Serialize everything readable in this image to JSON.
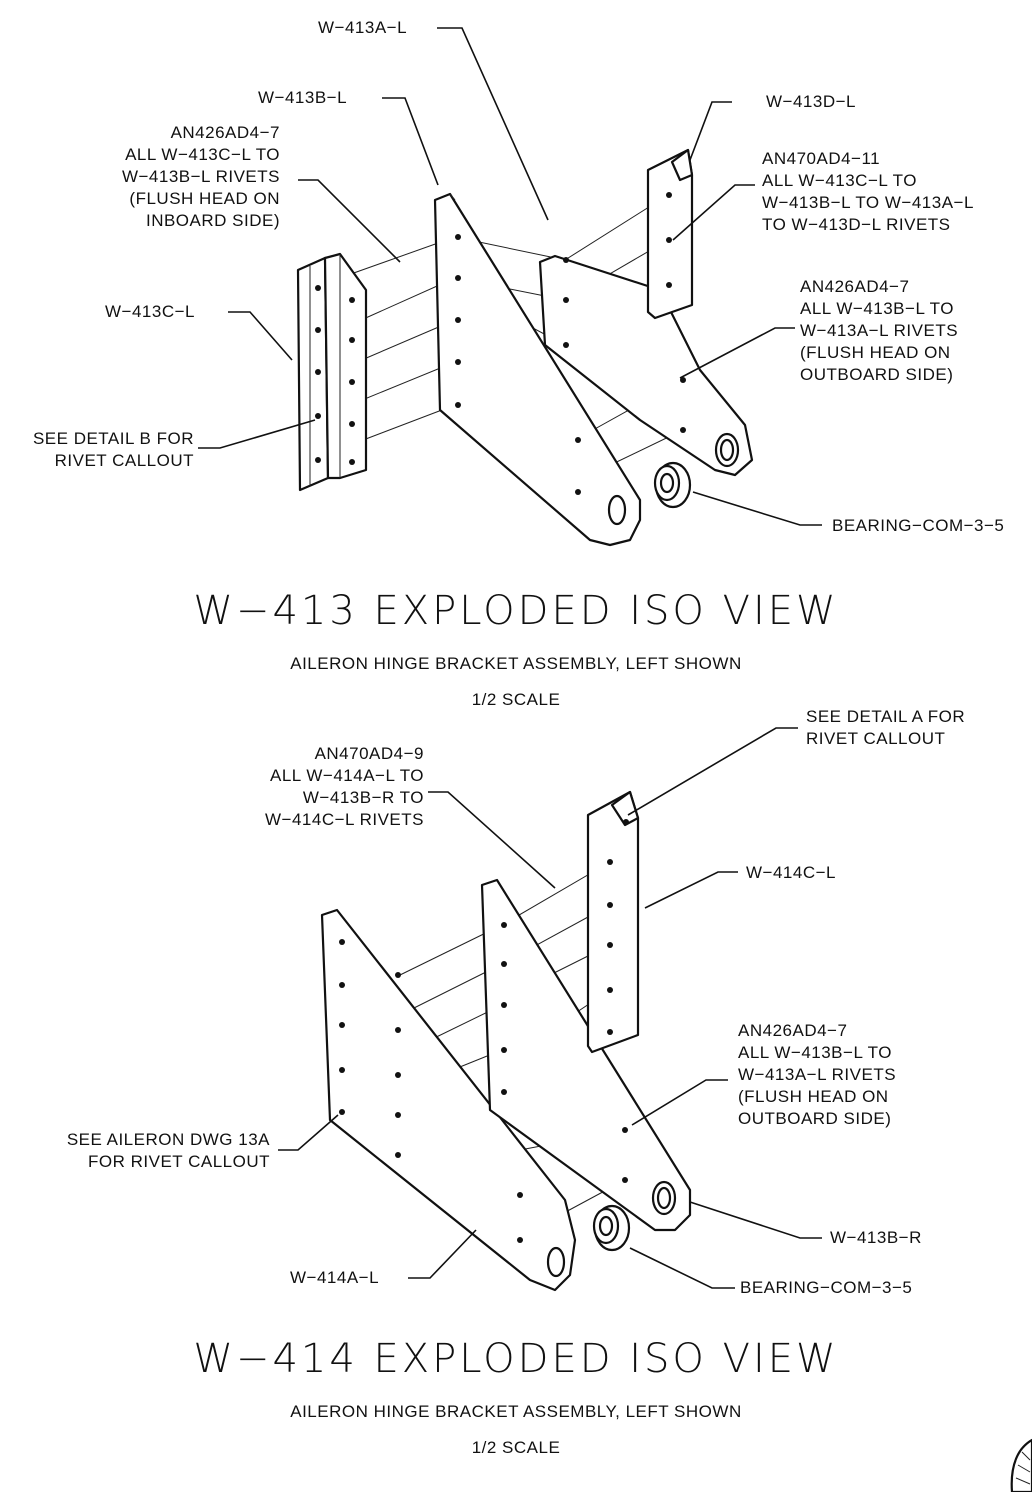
{
  "views": [
    {
      "title": "W−413 EXPLODED ISO VIEW",
      "subtitle": "AILERON HINGE BRACKET ASSEMBLY, LEFT SHOWN",
      "scale": "1/2 SCALE",
      "callouts": {
        "w413a": "W−413A−L",
        "w413b": "W−413B−L",
        "w413d": "W−413D−L",
        "w413c": "W−413C−L",
        "rivet_inboard": "AN426AD4−7\nALL W−413C−L TO\nW−413B−L RIVETS\n(FLUSH HEAD ON\nINBOARD SIDE)",
        "rivet_an470": "AN470AD4−11\nALL W−413C−L TO\nW−413B−L TO W−413A−L\nTO W−413D−L RIVETS",
        "rivet_outboard": "AN426AD4−7\nALL W−413B−L TO\nW−413A−L RIVETS\n(FLUSH HEAD ON\nOUTBOARD SIDE)",
        "detail_b": "SEE DETAIL B FOR\nRIVET CALLOUT",
        "bearing": "BEARING−COM−3−5"
      }
    },
    {
      "title": "W−414 EXPLODED ISO VIEW",
      "subtitle": "AILERON HINGE BRACKET ASSEMBLY, LEFT SHOWN",
      "scale": "1/2 SCALE",
      "callouts": {
        "detail_a": "SEE DETAIL A FOR\nRIVET CALLOUT",
        "rivet_an470": "AN470AD4−9\nALL W−414A−L TO\nW−413B−R TO\nW−414C−L RIVETS",
        "w414c": "W−414C−L",
        "rivet_outboard": "AN426AD4−7\nALL W−413B−L TO\nW−413A−L RIVETS\n(FLUSH HEAD ON\nOUTBOARD SIDE)",
        "aileron_dwg": "SEE AILERON DWG 13A\nFOR RIVET CALLOUT",
        "w413b_r": "W−413B−R",
        "w414a": "W−414A−L",
        "bearing": "BEARING−COM−3−5"
      }
    }
  ]
}
